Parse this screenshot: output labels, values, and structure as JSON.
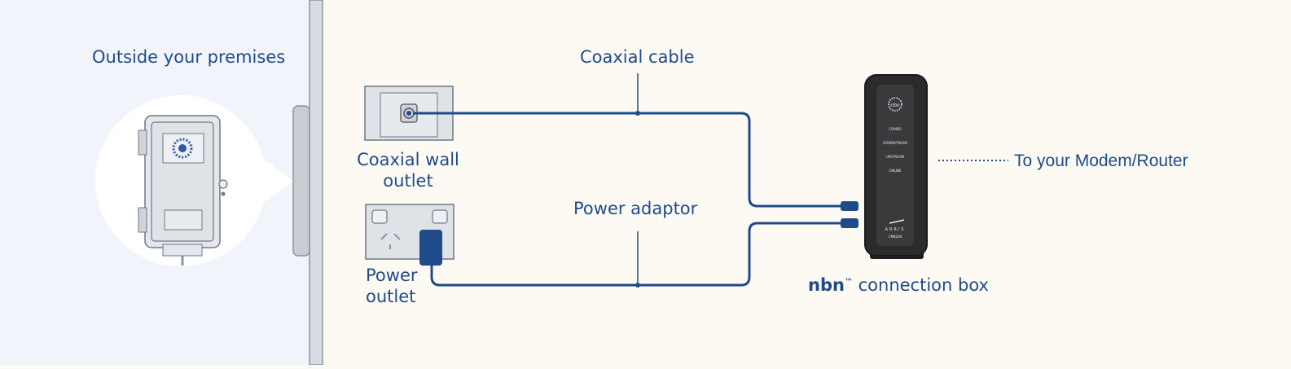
{
  "labels": {
    "outside_premises": "Outside your premises",
    "coaxial_cable": "Coaxial cable",
    "coaxial_wall_outlet_line1": "Coaxial wall",
    "coaxial_wall_outlet_line2": "outlet",
    "power_adaptor": "Power adaptor",
    "power_outlet_line1": "Power",
    "power_outlet_line2": "outlet",
    "to_modem_router": "To your Modem/Router",
    "nbn_brand": "nbn",
    "trademark": "™",
    "connection_box": " connection box"
  },
  "device": {
    "status_lights": [
      "COMBO",
      "DOWNSTREAM",
      "UPSTREAM",
      "ONLINE"
    ],
    "brand_text": "ARRIS",
    "model_text": "CM8200",
    "logo_text": "nbn"
  },
  "colors": {
    "primary_blue": "#1f4b8a",
    "outside_bg": "#f1f5fb",
    "inside_bg": "#fdfaf4",
    "wall_grey": "#c9ccd1",
    "device_dark": "#2b2b2d"
  }
}
